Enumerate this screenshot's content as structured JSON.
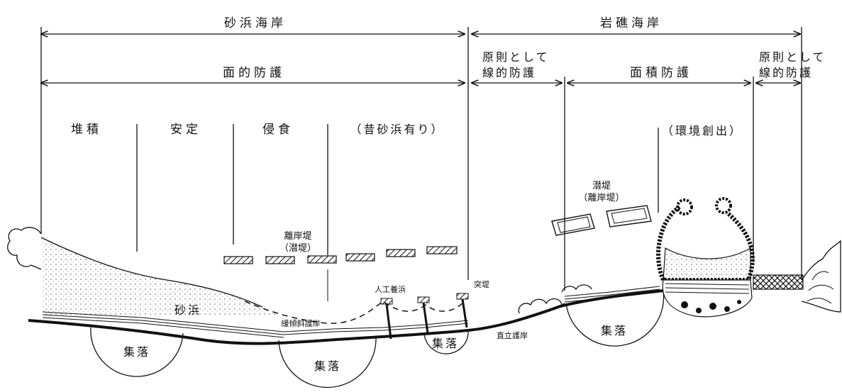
{
  "header": {
    "sandy_coast": "砂浜海岸",
    "rocky_coast": "岩礁海岸",
    "area_protection": "面的防護",
    "linear_protection_1a": "原則として",
    "linear_protection_1b": "線的防護",
    "area_protection_2": "面積防護",
    "linear_protection_2a": "原則として",
    "linear_protection_2b": "線的防護"
  },
  "zones": {
    "deposition": "堆積",
    "stable": "安定",
    "erosion": "侵食",
    "former_beach": "（昔砂浜有り）",
    "environment_creation": "（環境創出）"
  },
  "structures": {
    "detached_breakwater_a": "離岸堤",
    "detached_breakwater_b": "（潜堤）",
    "submerged_breakwater_a": "潜堤",
    "submerged_breakwater_b": "（離岸堤）",
    "artificial_beach": "人工養浜",
    "groin": "突堤",
    "gentle_slope_revetment": "緩傾斜護岸",
    "vertical_revetment": "直立護岸",
    "sand_beach": "砂浜"
  },
  "settlements": {
    "s1": "集落",
    "s2": "集落",
    "s3": "集落",
    "s4": "集落"
  }
}
